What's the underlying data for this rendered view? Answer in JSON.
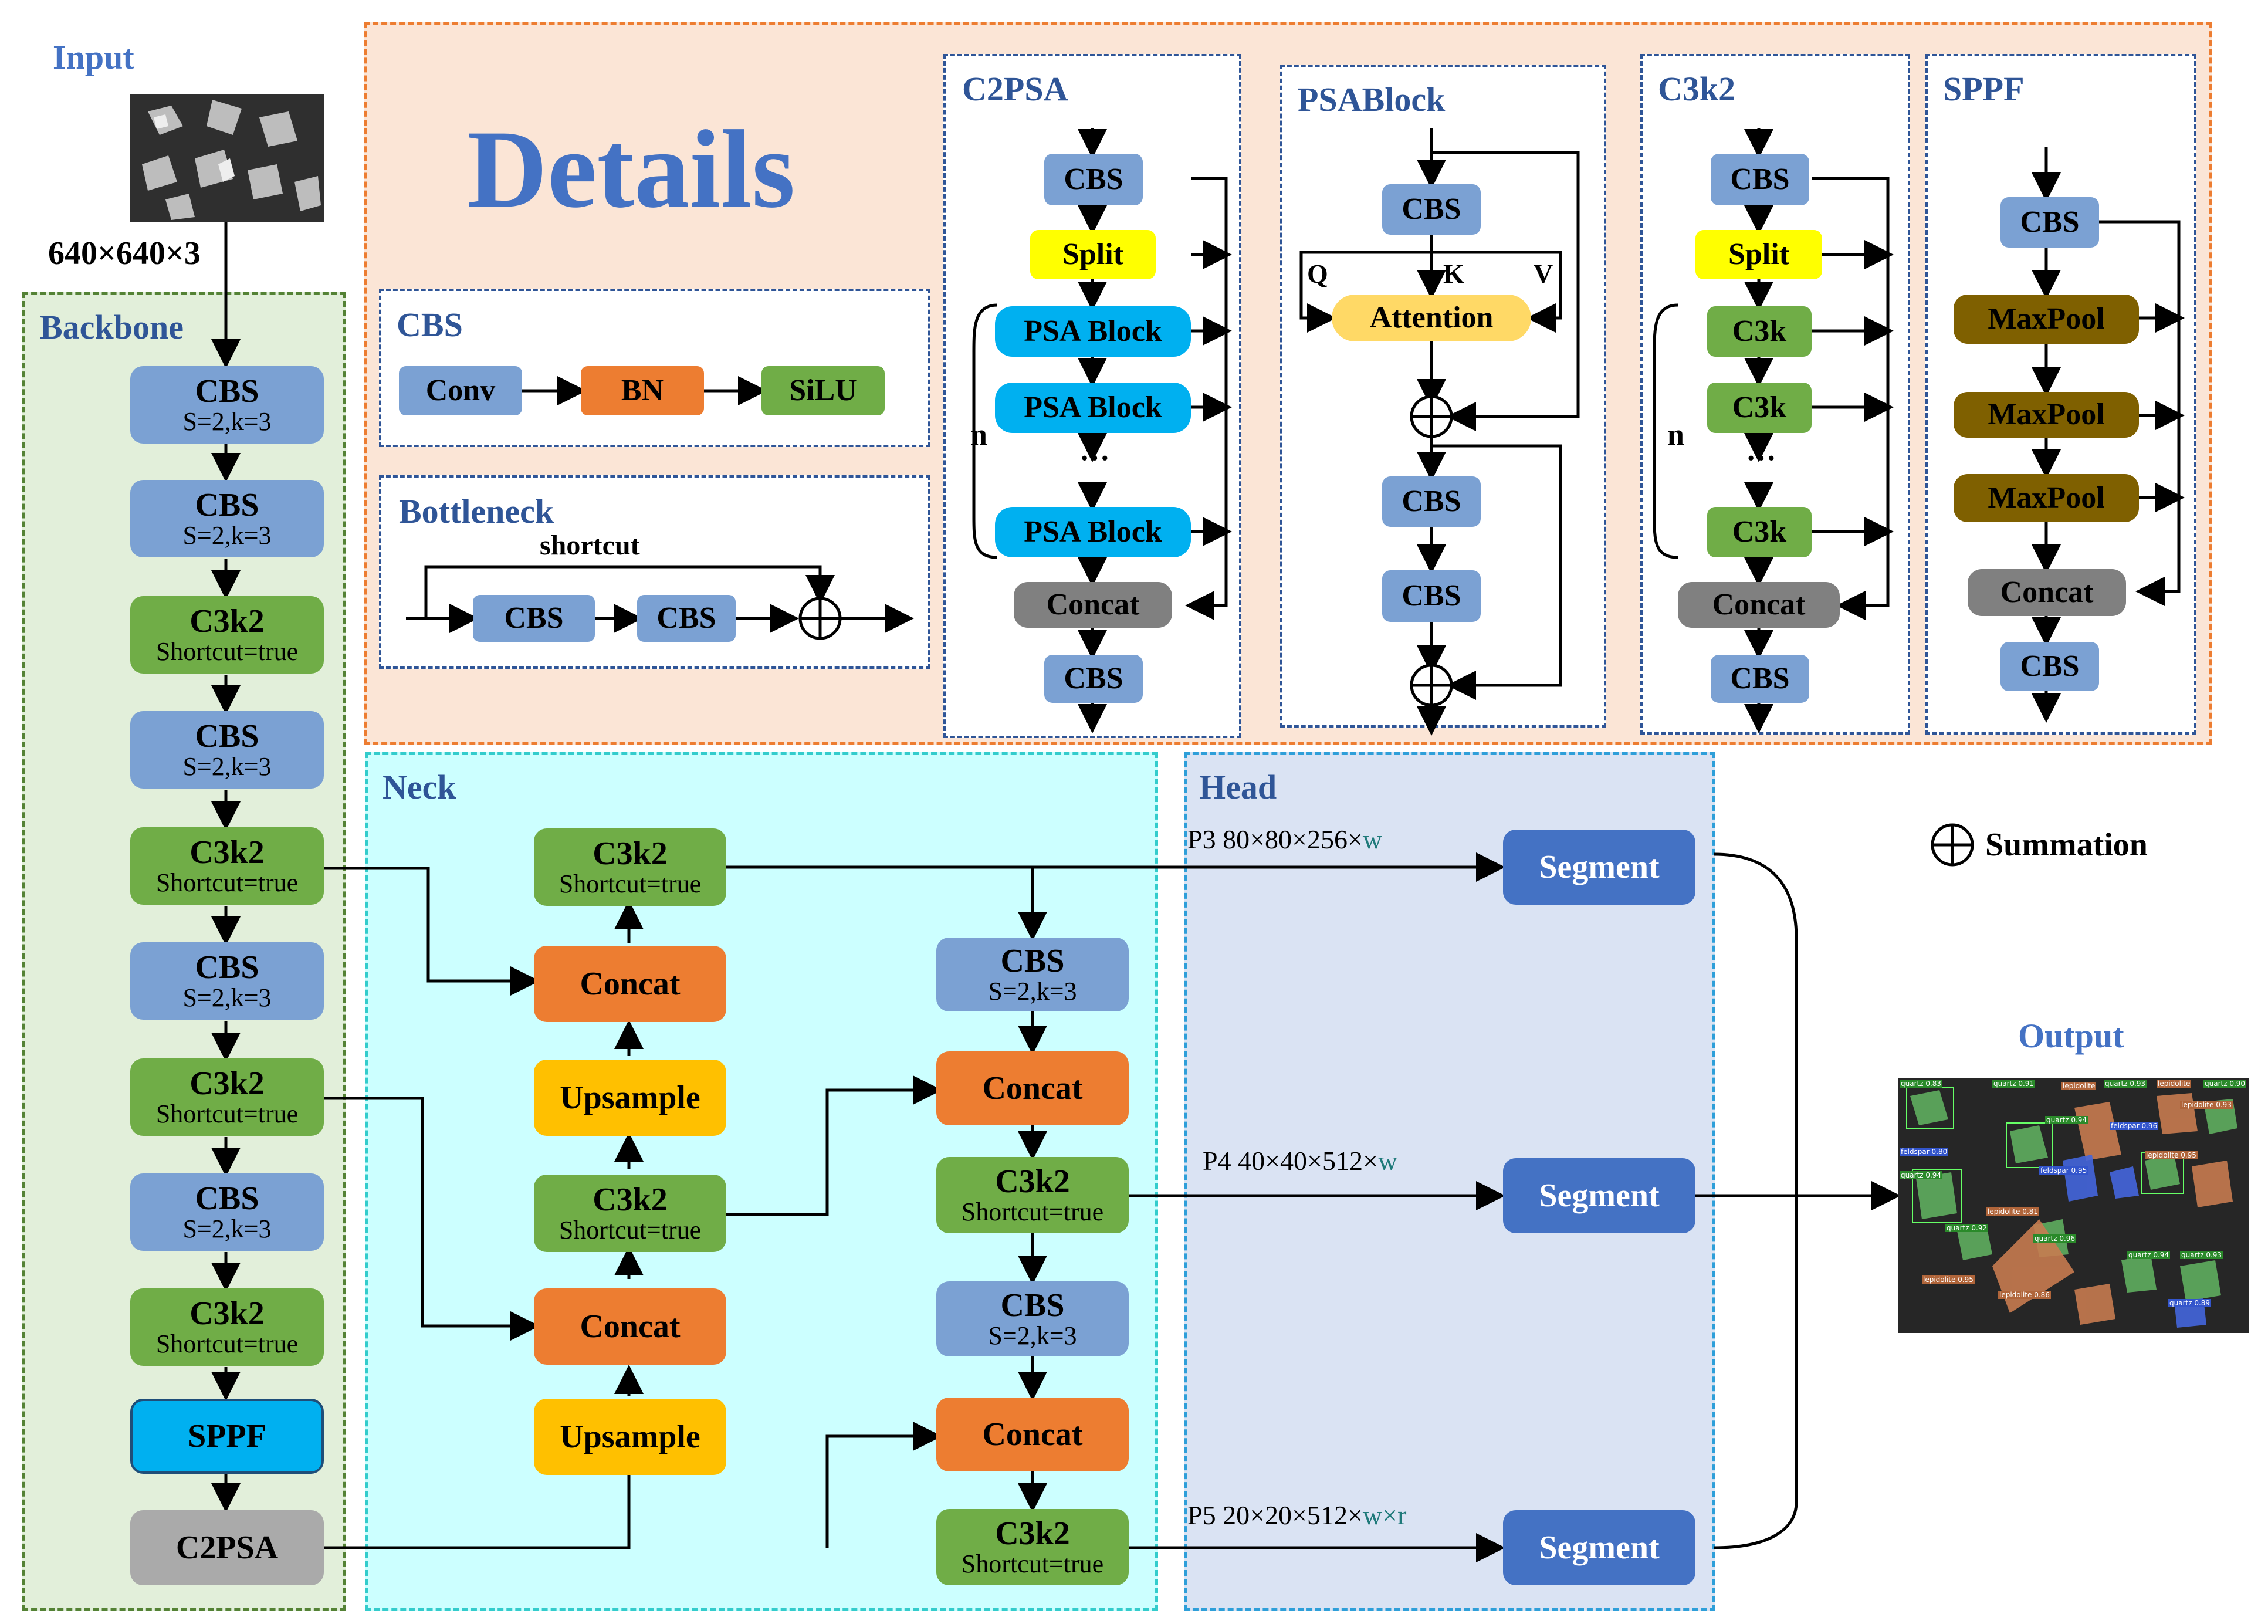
{
  "title": "Details",
  "input": {
    "label": "Input",
    "size": "640×640×3"
  },
  "output": {
    "label": "Output"
  },
  "sections": {
    "backbone": "Backbone",
    "neck": "Neck",
    "head": "Head",
    "cbs": "CBS",
    "bottleneck": "Bottleneck",
    "c2psa": "C2PSA",
    "psablock": "PSABlock",
    "c3k2": "C3k2",
    "sppf": "SPPF"
  },
  "backbone": [
    {
      "name": "CBS",
      "sub": "S=2,k=3"
    },
    {
      "name": "CBS",
      "sub": "S=2,k=3"
    },
    {
      "name": "C3k2",
      "sub": "Shortcut=true"
    },
    {
      "name": "CBS",
      "sub": "S=2,k=3"
    },
    {
      "name": "C3k2",
      "sub": "Shortcut=true"
    },
    {
      "name": "CBS",
      "sub": "S=2,k=3"
    },
    {
      "name": "C3k2",
      "sub": "Shortcut=true"
    },
    {
      "name": "CBS",
      "sub": "S=2,k=3"
    },
    {
      "name": "C3k2",
      "sub": "Shortcut=true"
    },
    {
      "name": "SPPF",
      "sub": ""
    },
    {
      "name": "C2PSA",
      "sub": ""
    }
  ],
  "neck_left": [
    {
      "name": "C3k2",
      "sub": "Shortcut=true"
    },
    {
      "name": "Concat",
      "sub": ""
    },
    {
      "name": "Upsample",
      "sub": ""
    },
    {
      "name": "C3k2",
      "sub": "Shortcut=true"
    },
    {
      "name": "Concat",
      "sub": ""
    },
    {
      "name": "Upsample",
      "sub": ""
    }
  ],
  "neck_right": [
    {
      "name": "CBS",
      "sub": "S=2,k=3"
    },
    {
      "name": "Concat",
      "sub": ""
    },
    {
      "name": "C3k2",
      "sub": "Shortcut=true"
    },
    {
      "name": "CBS",
      "sub": "S=2,k=3"
    },
    {
      "name": "Concat",
      "sub": ""
    },
    {
      "name": "C3k2",
      "sub": "Shortcut=true"
    }
  ],
  "head": {
    "segment": "Segment",
    "p3": {
      "prefix": "P3  80×80×256×",
      "suffix": "w"
    },
    "p4": {
      "prefix": "P4  40×40×512×",
      "suffix": "w"
    },
    "p5": {
      "prefix": "P5  20×20×512×",
      "suffix": "w×r"
    }
  },
  "legend": {
    "summation": "Summation"
  },
  "cbs_detail": [
    "Conv",
    "BN",
    "SiLU"
  ],
  "bottleneck_detail": {
    "shortcut": "shortcut",
    "blocks": [
      "CBS",
      "CBS"
    ]
  },
  "c2psa_detail": {
    "blocks": [
      "CBS",
      "Split",
      "PSA Block",
      "PSA Block",
      "PSA Block",
      "Concat",
      "CBS"
    ],
    "dots": "···",
    "n": "n"
  },
  "psablock_detail": {
    "blocks": [
      "CBS",
      "Attention",
      "CBS",
      "CBS"
    ],
    "q": "Q",
    "k": "K",
    "v": "V"
  },
  "c3k2_detail": {
    "blocks": [
      "CBS",
      "Split",
      "C3k",
      "C3k",
      "C3k",
      "Concat",
      "CBS"
    ],
    "dots": "···",
    "n": "n"
  },
  "sppf_detail": {
    "blocks": [
      "CBS",
      "MaxPool",
      "MaxPool",
      "MaxPool",
      "Concat",
      "CBS"
    ]
  },
  "detections": [
    "quartz 0.83",
    "quartz 0.91",
    "lepidolite",
    "quartz 0.93",
    "lepidolite",
    "quartz 0.90",
    "feldspar 0.96",
    "feldspar 0.80",
    "quartz 0.94",
    "lepidolite 0.93",
    "feldspar 0.95",
    "lepidolite 0.95",
    "quartz 0.94",
    "lepidolite 0.81",
    "quartz 0.92",
    "quartz 0.96",
    "lepidolite 0.95",
    "quartz 0.94",
    "quartz 0.93",
    "lepidolite 0.86",
    "quartz 0.89"
  ],
  "colors": {
    "cbs": "#7ba1d3",
    "c3k2": "#70ad47",
    "concat": "#ed7d31",
    "upsample": "#ffc000",
    "split": "#ffff00",
    "psa": "#00b0f0",
    "sppf": "#00b0f0",
    "c2psa": "#aaaaaa",
    "gray_concat": "#808080",
    "maxpool": "#7f6000",
    "segment": "#4472c4",
    "attention": "#ffd966",
    "details_bg": "#fbe5d6",
    "backbone_bg": "#e2efda",
    "neck_bg": "#ccffff",
    "head_bg": "#dae3f3",
    "title_blue": "#4472c4",
    "label_navy": "#2f5597"
  }
}
